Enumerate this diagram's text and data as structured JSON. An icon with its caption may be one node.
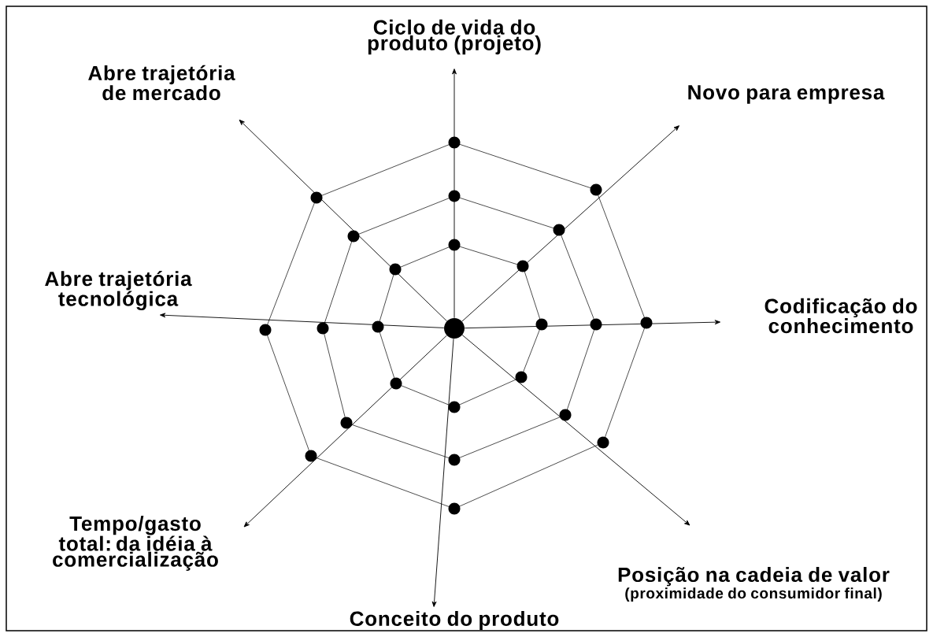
{
  "diagram": {
    "nodes": [
      {
        "text": [],
        "shape": "circle"
      },
      {
        "text": [
          "Ciclo de vida do produto (projeto)"
        ]
      },
      {
        "text": [
          "Novo para empresa"
        ]
      },
      {
        "text": [
          "Codificação do conhecimento"
        ]
      },
      {
        "text": [
          "Posição na cadeia de valor",
          "(proximidade do consumidor final)"
        ]
      },
      {
        "text": [
          "Conceito do produto"
        ]
      },
      {
        "text": [
          "Tempo/gasto total: da idéia à comercialização"
        ]
      },
      {
        "text": [
          "Abre trajetória tecnológica"
        ]
      },
      {
        "text": [
          "Abre trajetória de mercado"
        ]
      }
    ],
    "edges": [
      {
        "from": 0,
        "to": 1,
        "arrow": "to"
      },
      {
        "from": 0,
        "to": 2,
        "arrow": "to"
      },
      {
        "from": 0,
        "to": 3,
        "arrow": "to"
      },
      {
        "from": 0,
        "to": 4,
        "arrow": "to"
      },
      {
        "from": 0,
        "to": 5,
        "arrow": "to"
      },
      {
        "from": 0,
        "to": 6,
        "arrow": "to"
      },
      {
        "from": 0,
        "to": 7,
        "arrow": "to"
      },
      {
        "from": 0,
        "to": 8,
        "arrow": "to"
      }
    ]
  }
}
